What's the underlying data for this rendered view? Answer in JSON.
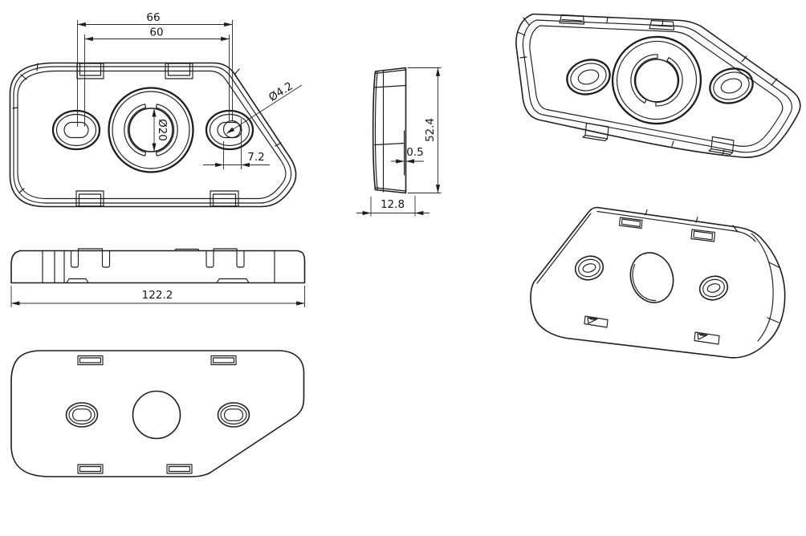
{
  "drawing": {
    "type": "mechanical-part-multiview",
    "colors": {
      "background": "#ffffff",
      "line": "#1d1d1d"
    },
    "dimensions": {
      "front": {
        "outer_slot_span": "66",
        "inner_slot_span": "60",
        "small_hole_diameter": "Ø4.2",
        "center_hole_diameter": "Ø20",
        "slot_offset": "7.2"
      },
      "side": {
        "height": "52.4",
        "step": "0.5",
        "thickness": "12.8"
      },
      "profile": {
        "overall_length": "122.2"
      }
    }
  }
}
